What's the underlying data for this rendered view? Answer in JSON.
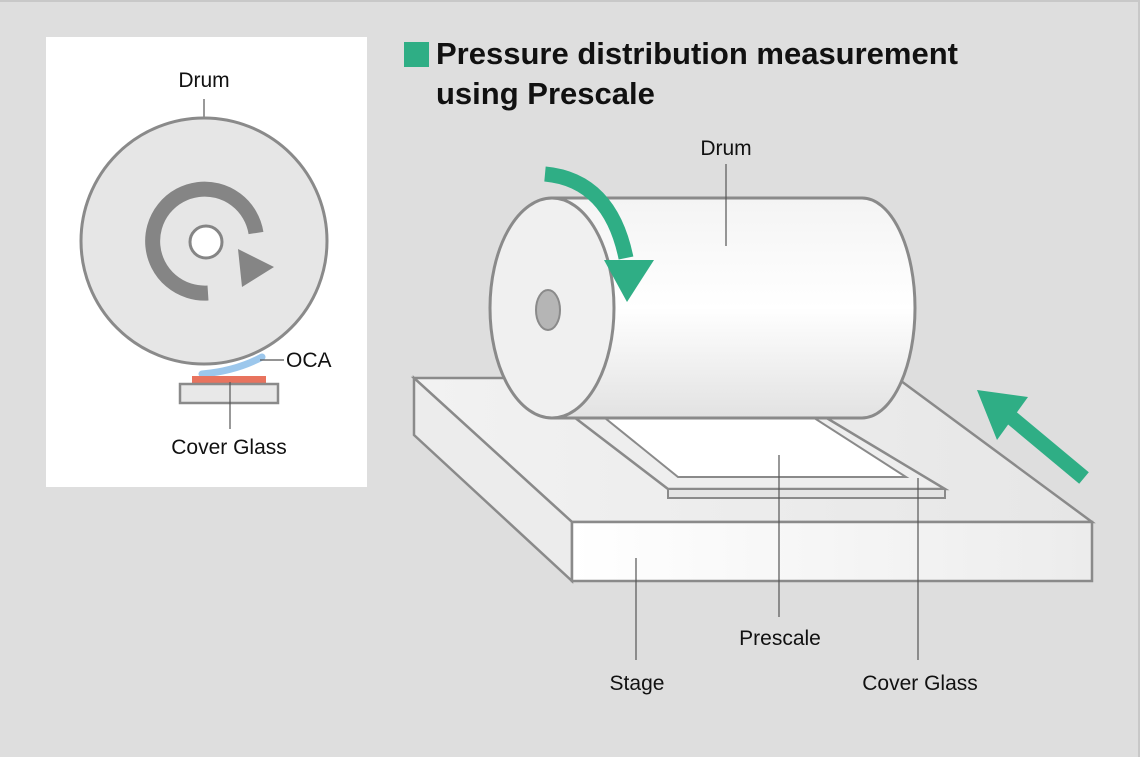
{
  "title": {
    "line1": "Pressure distribution measurement",
    "line2": "using Prescale"
  },
  "left_diagram": {
    "labels": {
      "drum": "Drum",
      "oca": "OCA",
      "cover_glass": "Cover Glass"
    }
  },
  "right_diagram": {
    "labels": {
      "drum": "Drum",
      "prescale": "Prescale",
      "stage": "Stage",
      "cover_glass": "Cover Glass"
    }
  },
  "colors": {
    "accent_green": "#2fae85",
    "oca_blue": "#9cc7ec",
    "cover_glass_red": "#e8735e",
    "outline_gray": "#8a8a8a"
  }
}
